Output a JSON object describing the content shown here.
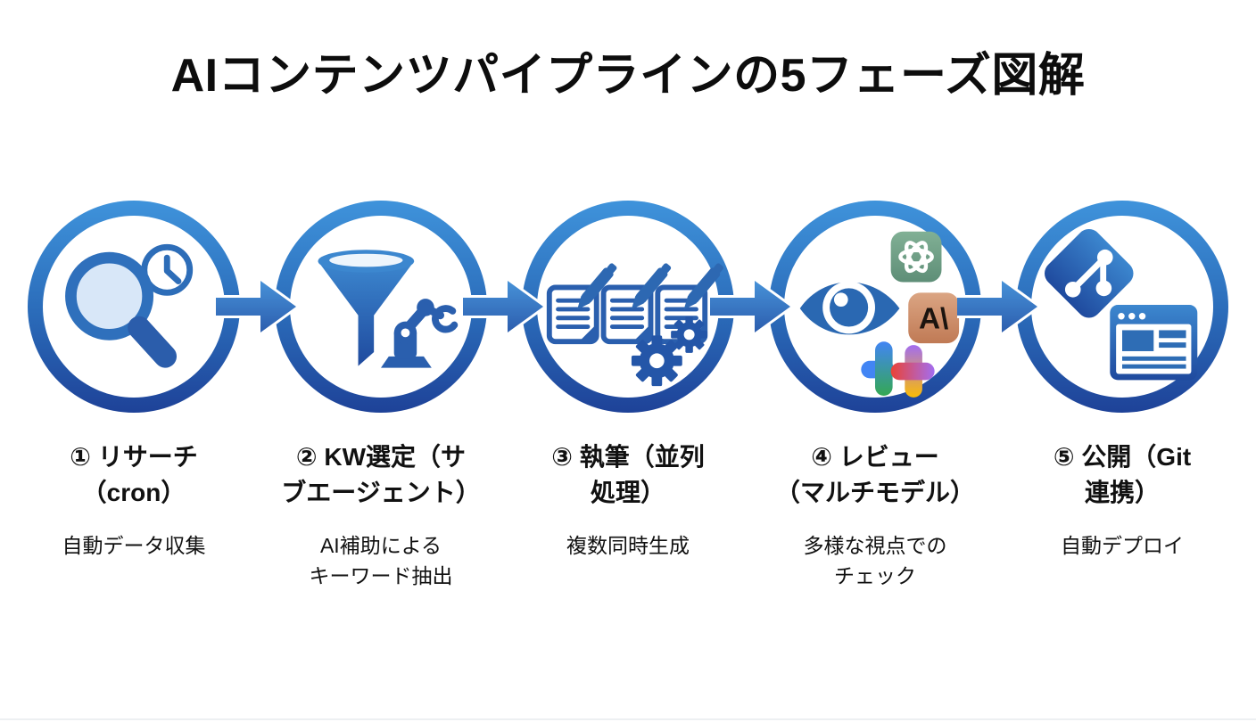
{
  "title": "AIコンテンツパイプラインの5フェーズ図解",
  "colors": {
    "ring_gradient_top": "#3F93DB",
    "ring_gradient_bottom": "#1E4298",
    "arrow_blue": "#3A7CC6",
    "icon_blue": "#2A5FAE",
    "magnifier_lens": "#D8E7F8",
    "openai_green": "#76A68C",
    "anthropic_tan": "#CE9572",
    "plus_blue": "#4285F4",
    "plus_green": "#34A853",
    "plus_red": "#EA4335",
    "plus_yellow": "#FBBC05",
    "plus_purple": "#A36DF0",
    "text_black": "#111111"
  },
  "phases": [
    {
      "id": "1",
      "label_line1": "① リサーチ",
      "label_line2": "（cron）",
      "sub_line1": "自動データ収集",
      "icons": [
        "magnifier-icon",
        "clock-icon"
      ]
    },
    {
      "id": "2",
      "label_line1": "② KW選定（サ",
      "label_line2": "ブエージェント）",
      "sub_line1": "AI補助による",
      "sub_line2": "キーワード抽出",
      "icons": [
        "funnel-icon",
        "robot-arm-icon"
      ]
    },
    {
      "id": "3",
      "label_line1": "③ 執筆（並列",
      "label_line2": "処理）",
      "sub_line1": "複数同時生成",
      "icons": [
        "documents-pens-icon",
        "gears-icon"
      ]
    },
    {
      "id": "4",
      "label_line1": "④ レビュー",
      "label_line2": "（マルチモデル）",
      "sub_line1": "多様な視点での",
      "sub_line2": "チェック",
      "anthropic_mark": "A\\",
      "icons": [
        "eye-icon",
        "openai-logo",
        "anthropic-logo",
        "multicolor-plus-logo"
      ]
    },
    {
      "id": "5",
      "label_line1": "⑤ 公開（Git",
      "label_line2": "連携）",
      "sub_line1": "自動デプロイ",
      "icons": [
        "git-branch-icon",
        "browser-window-icon"
      ]
    }
  ]
}
